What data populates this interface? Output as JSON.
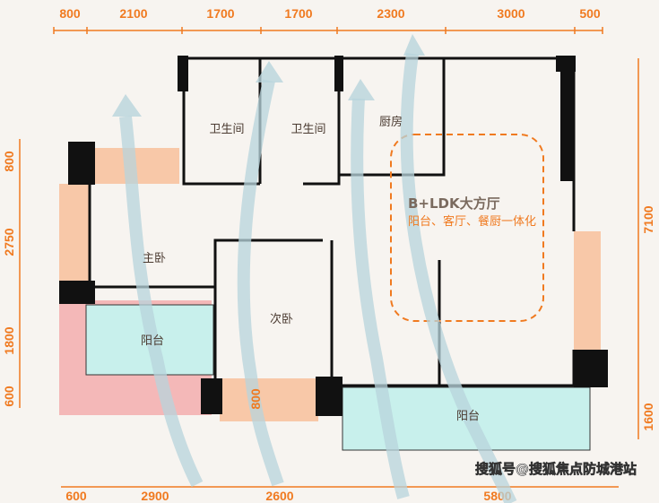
{
  "dimensions": {
    "top": [
      "800",
      "2100",
      "1700",
      "1700",
      "2300",
      "3000",
      "500"
    ],
    "left": [
      "800",
      "2750",
      "1800",
      "600"
    ],
    "right": [
      "7100",
      "1600"
    ],
    "bottom": [
      "600",
      "2900",
      "2600",
      "5800"
    ],
    "inner": "800"
  },
  "rooms": {
    "bath1": "卫生间",
    "bath2": "卫生间",
    "kitchen": "厨房",
    "master": "主卧",
    "second": "次卧",
    "balcony_left": "阳台",
    "balcony_bottom": "阳台"
  },
  "highlight": {
    "title": "B+LDK大方厅",
    "subtitle": "阳台、客厅、餐厨一体化"
  },
  "watermark": "搜狐号@搜狐焦点防城港站",
  "colors": {
    "dimension": "#f07a20",
    "wall": "#111111",
    "balcony": "#c8f0ec",
    "bay": "#f8c8a8",
    "pink": "#f4b8b8",
    "airflow": "#b8d4dc"
  }
}
